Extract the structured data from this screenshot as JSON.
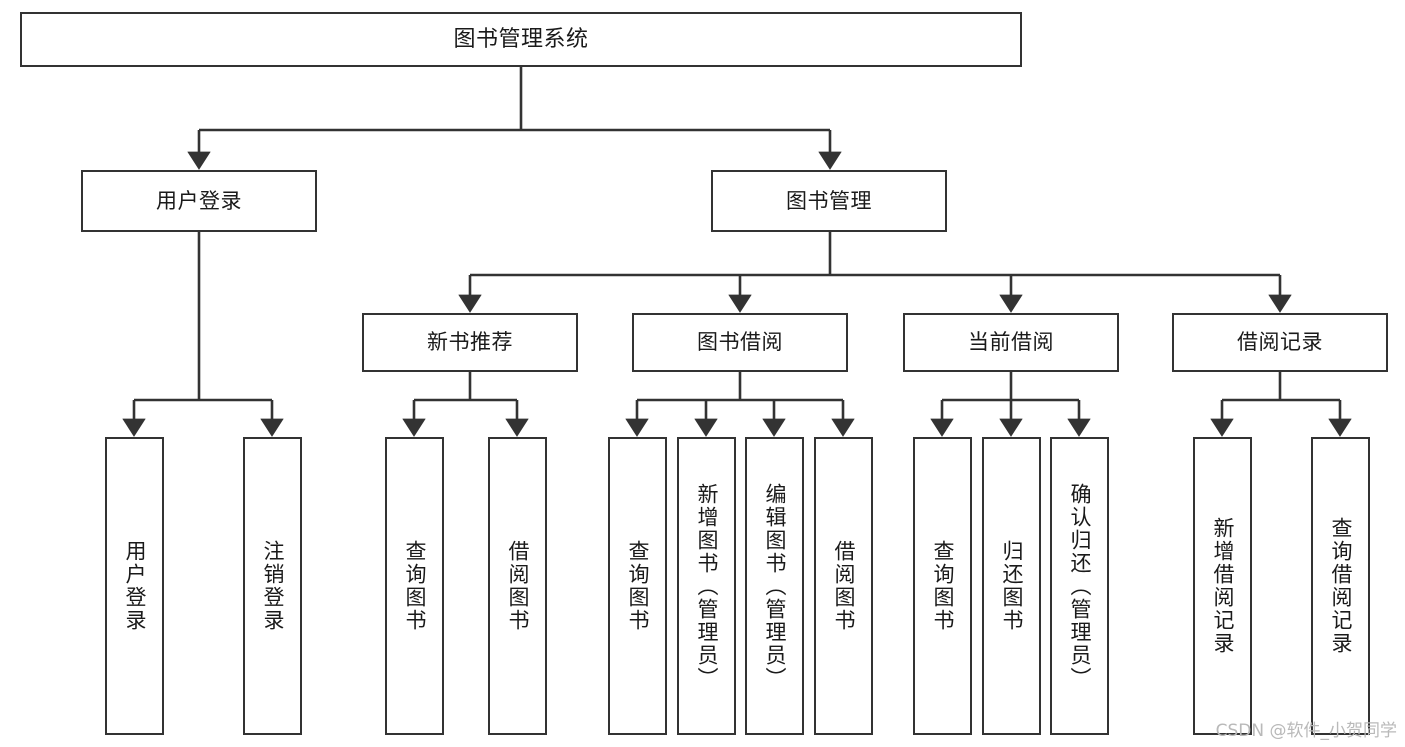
{
  "diagram": {
    "title": "图书管理系统",
    "type": "tree-hierarchy-diagram",
    "watermark": "CSDN @软件_小贺同学",
    "colors": {
      "stroke": "#333333",
      "fill": "#ffffff",
      "text": "#1a1a1a",
      "watermark": "#b9b9b9"
    },
    "nodes": {
      "root": {
        "label": "图书管理系统"
      },
      "level2": [
        {
          "label": "用户登录"
        },
        {
          "label": "图书管理"
        }
      ],
      "level3": [
        {
          "label": "新书推荐"
        },
        {
          "label": "图书借阅"
        },
        {
          "label": "当前借阅"
        },
        {
          "label": "借阅记录"
        }
      ],
      "leaves": {
        "user_login": [
          {
            "label": "用户登录"
          },
          {
            "label": "注销登录"
          }
        ],
        "new_book_recommend": [
          {
            "label": "查询图书"
          },
          {
            "label": "借阅图书"
          }
        ],
        "book_borrow": [
          {
            "label": "查询图书"
          },
          {
            "label": "新增图书（管理员）"
          },
          {
            "label": "编辑图书（管理员）"
          },
          {
            "label": "借阅图书"
          }
        ],
        "current_borrow": [
          {
            "label": "查询图书"
          },
          {
            "label": "归还图书"
          },
          {
            "label": "确认归还（管理员）"
          }
        ],
        "borrow_record": [
          {
            "label": "新增借阅记录"
          },
          {
            "label": "查询借阅记录"
          }
        ]
      }
    }
  }
}
